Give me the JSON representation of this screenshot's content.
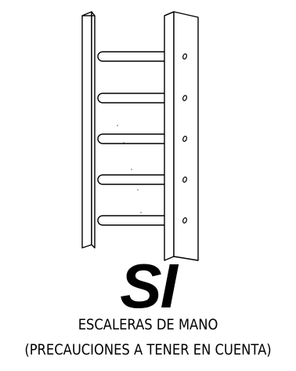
{
  "verdict": "SI",
  "caption": {
    "title": "ESCALERAS DE MANO",
    "subtitle": "(PRECAUCIONES A TENER EN CUENTA)"
  },
  "colors": {
    "ink": "#000000",
    "paper": "#ffffff"
  }
}
